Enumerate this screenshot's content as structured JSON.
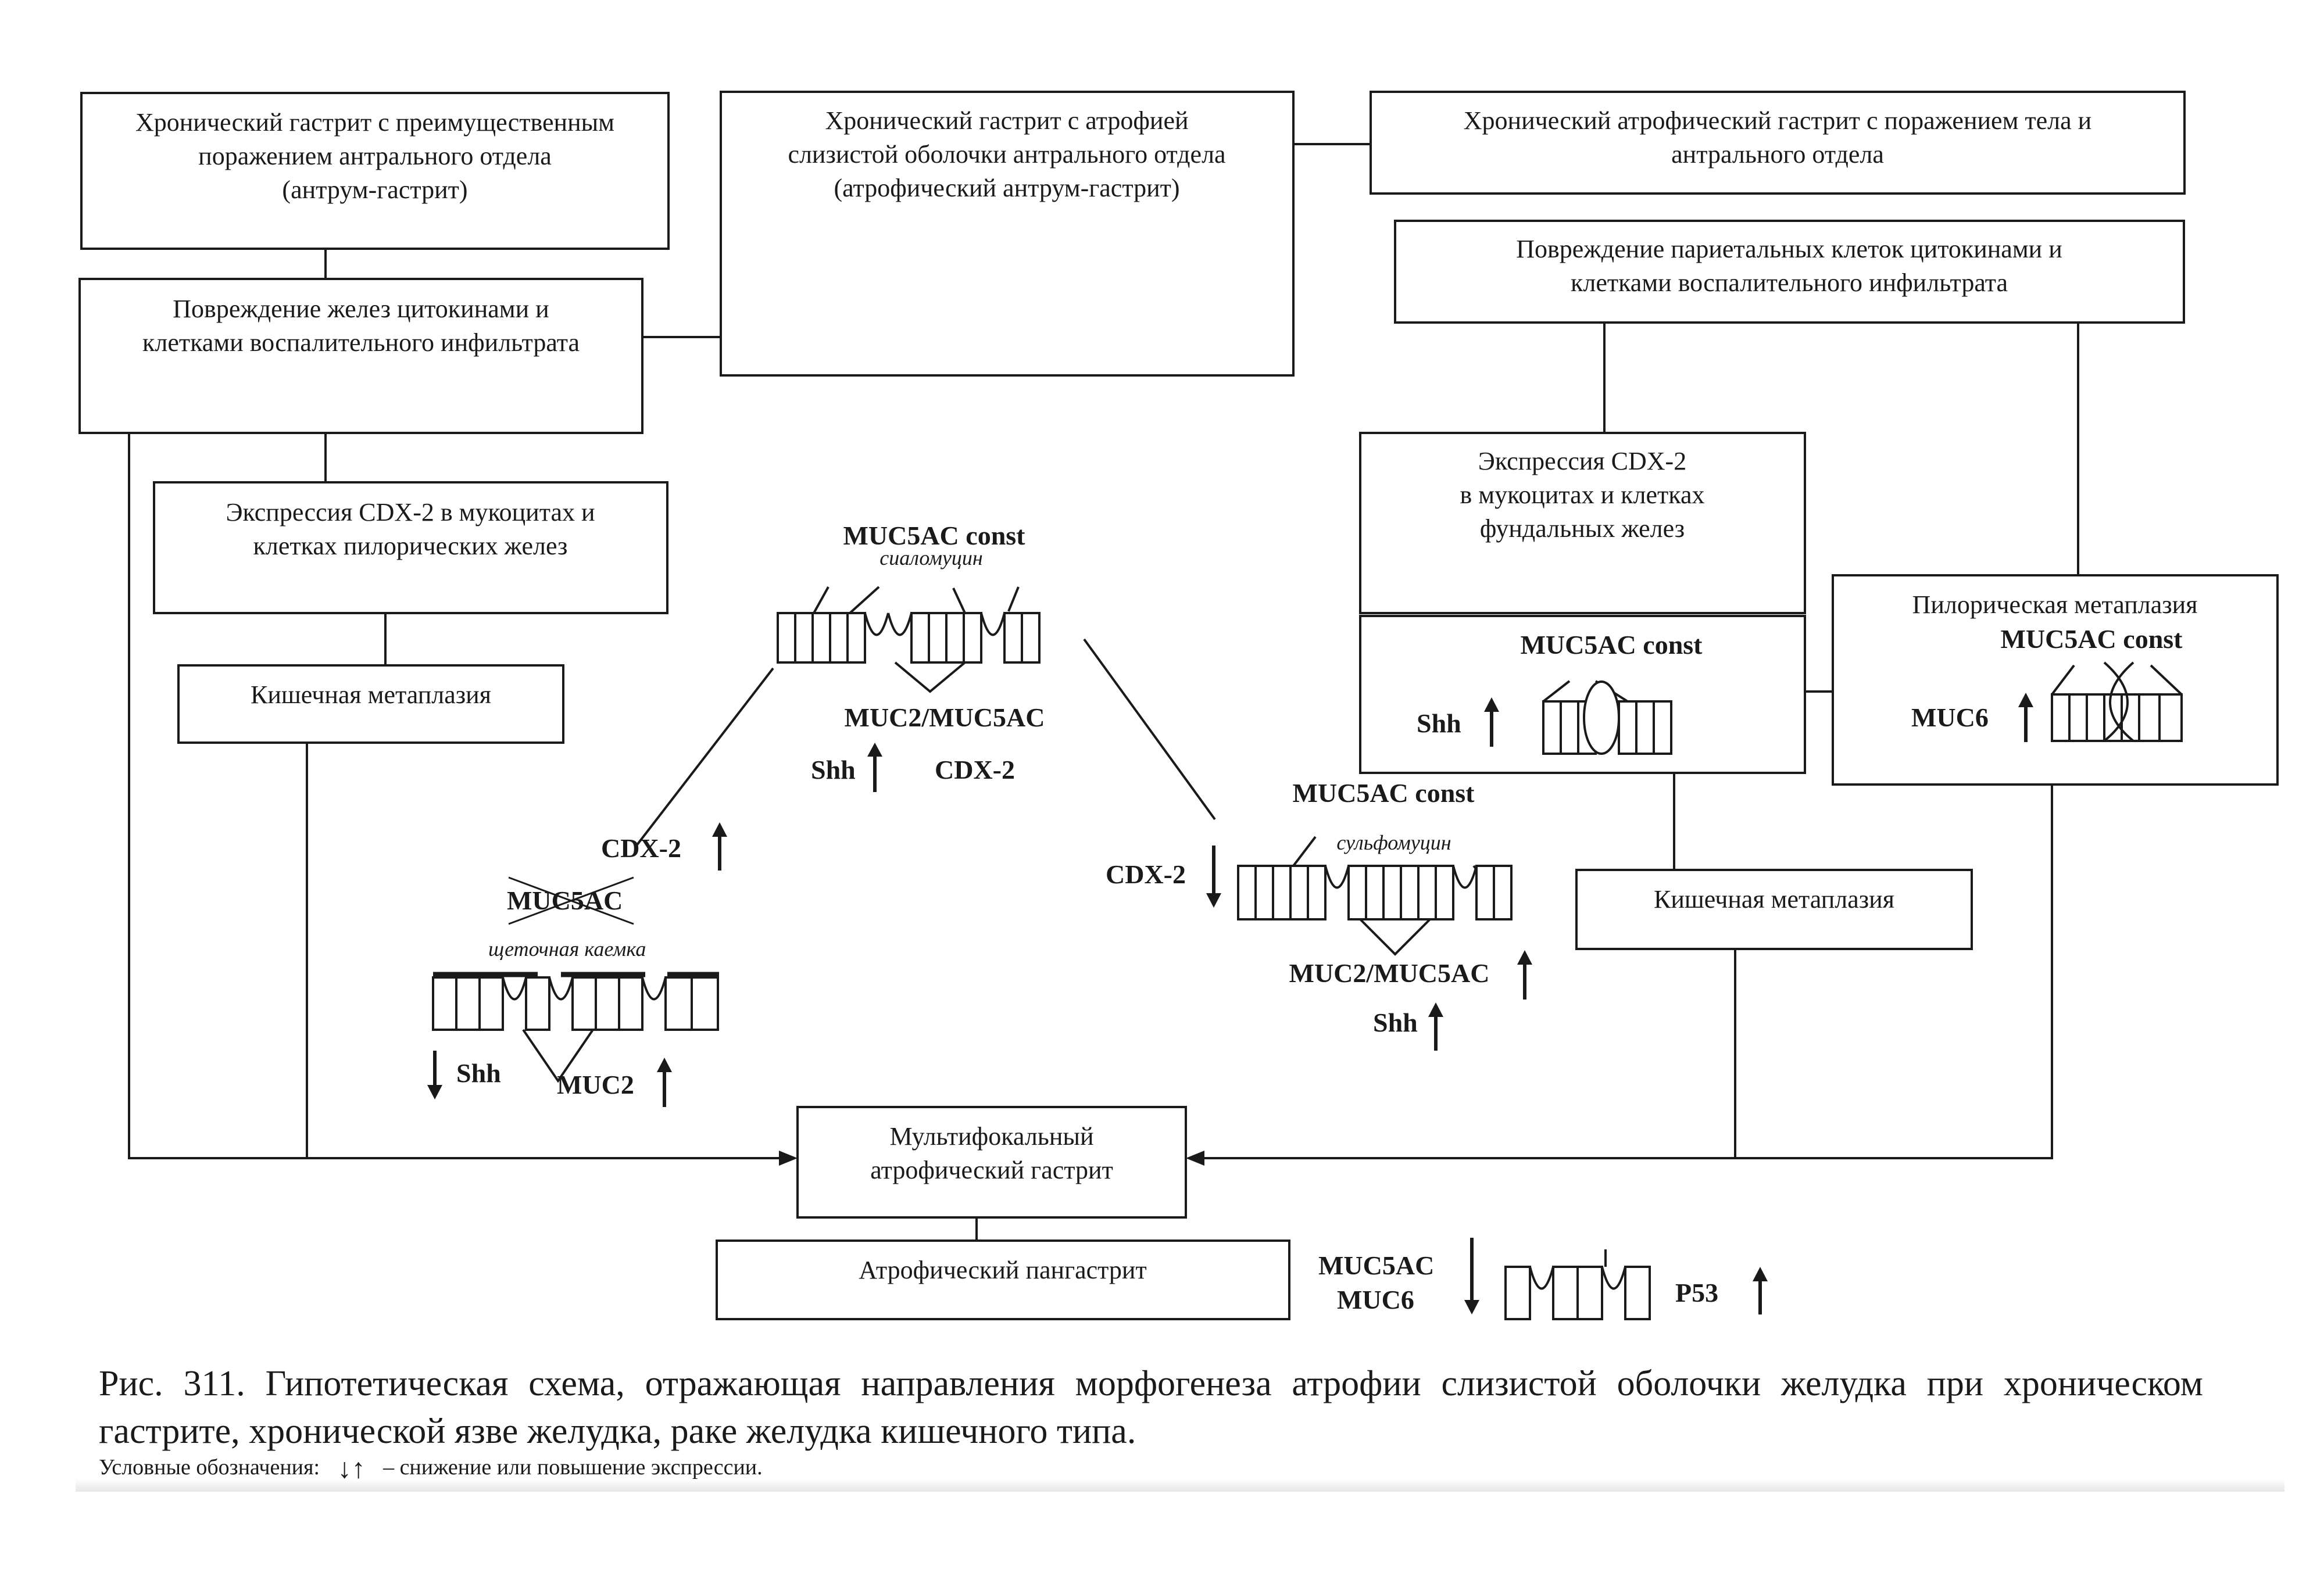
{
  "boxes": {
    "antrum_gastritis": [
      "Хронический гастрит с преимущественным",
      "поражением антрального отдела",
      "(антрум-гастрит)"
    ],
    "atrophic_antrum_gastritis": [
      "Хронический гастрит с атрофией",
      "слизистой оболочки антрального отдела",
      "(атрофический антрум-гастрит)"
    ],
    "atrophic_body_antrum_gastritis": [
      "Хронический атрофический гастрит с поражением тела и",
      "антрального отдела"
    ],
    "gland_damage": [
      "Повреждение желез цитокинами и",
      "клетками воспалительного инфильтрата"
    ],
    "parietal_damage": [
      "Повреждение париетальных клеток цитокинами и",
      "клетками воспалительного инфильтрата"
    ],
    "cdx2_pyloric": [
      "Экспрессия CDX-2 в мукоцитах и",
      "клетках пилорических желез"
    ],
    "cdx2_fundic": [
      "Экспрессия CDX-2",
      "в мукоцитах  и клетках",
      "фундальных желез"
    ],
    "intestinal_metaplasia_left": "Кишечная метаплазия",
    "intestinal_metaplasia_right": "Кишечная метаплазия",
    "pyloric_metaplasia": "Пилорическая метаплазия",
    "multifocal_gastritis": [
      "Мультифокальный",
      "атрофический гастрит"
    ],
    "pangastritis": "Атрофический пангастрит"
  },
  "labels": {
    "center_top": {
      "muc5ac": "MUC5AC const",
      "mucin": "сиаломуцин",
      "muc_pair": "MUC2/MUC5AC",
      "shh": "Shh",
      "cdx2": "CDX-2"
    },
    "left": {
      "cdx2": "CDX-2",
      "muc5ac_crossed": "MUC5AC",
      "brush_border": "щеточная каемка",
      "shh": "Shh",
      "muc2": "MUC2"
    },
    "right": {
      "muc5ac": "MUC5AC const",
      "mucin": "сульфомуцин",
      "cdx2": "CDX-2",
      "muc_pair": "MUC2/MUC5AC",
      "shh": "Shh"
    },
    "fundic": {
      "muc5ac": "MUC5AC const",
      "shh": "Shh"
    },
    "pyloric": {
      "muc5ac": "MUC5AC const",
      "muc6": "MUC6"
    },
    "bottom": {
      "muc5ac": "MUC5AC",
      "muc6": "MUC6",
      "p53": "P53"
    }
  },
  "caption": "Рис. 311. Гипотетическая схема, отражающая направления морфогенеза атрофии слизистой оболочки желудка при хроническом гастрите, хронической язве желудка, раке желудка кишечного типа.",
  "legend": {
    "prefix": "Условные обозначения:",
    "arrows": "↓↑",
    "text": "– снижение или повышение экспрессии."
  },
  "colors": {
    "ink": "#1a1a1a",
    "paper": "#ffffff"
  }
}
